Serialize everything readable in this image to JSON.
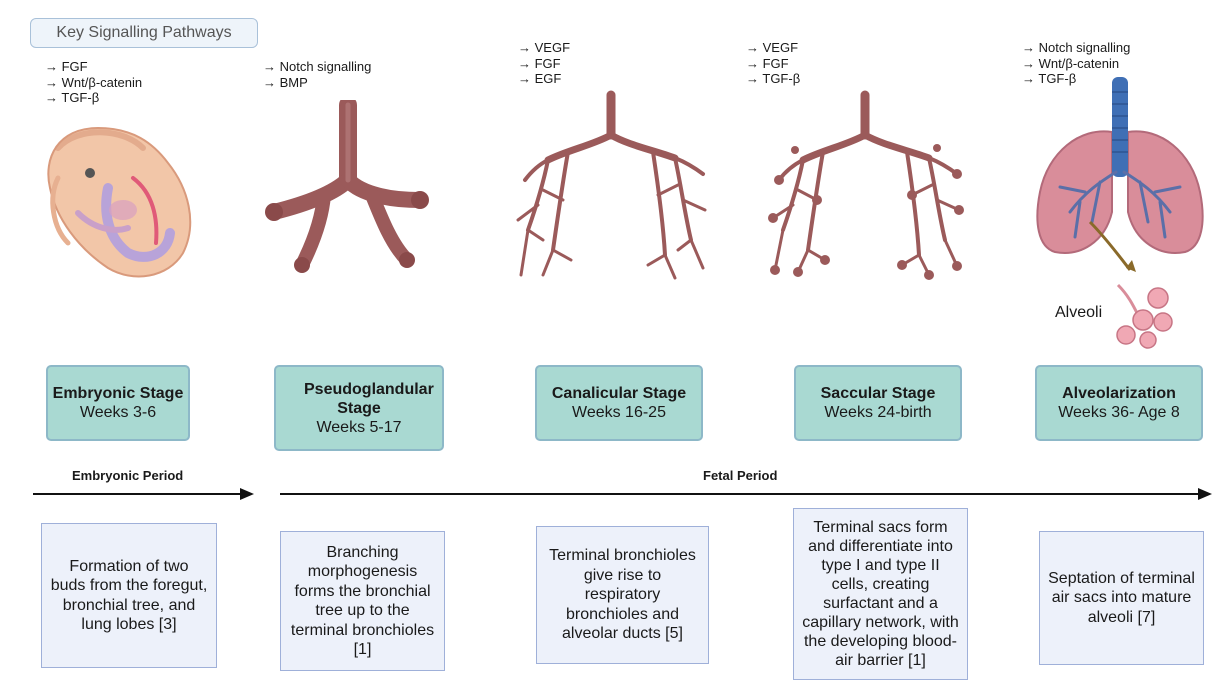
{
  "legend": {
    "title": "Key Signalling Pathways"
  },
  "stages": [
    {
      "name": "Embryonic Stage",
      "weeks": "Weeks 3-6",
      "pathways": [
        "→ FGF",
        "→ Wnt/β-catenin",
        "→ TGF-β"
      ],
      "description": "Formation of two buds from the foregut, bronchial tree, and lung lobes [3]"
    },
    {
      "name": "Pseudoglandular Stage",
      "weeks": "Weeks 5-17",
      "pathways": [
        "→ Notch signalling",
        "→ BMP"
      ],
      "description": "Branching morphogenesis forms the bronchial tree up to the terminal bronchioles [1]"
    },
    {
      "name": "Canalicular Stage",
      "weeks": "Weeks 16-25",
      "pathways": [
        "→ VEGF",
        "→ FGF",
        "→ EGF"
      ],
      "description": "Terminal bronchioles give rise to respiratory bronchioles and alveolar ducts [5]"
    },
    {
      "name": "Saccular Stage",
      "weeks": "Weeks 24-birth",
      "pathways": [
        "→ VEGF",
        "→ FGF",
        "→ TGF-β"
      ],
      "description": "Terminal sacs form and differentiate into type I and type II cells, creating surfactant and a capillary network, with the developing blood-air barrier [1]"
    },
    {
      "name": "Alveolarization",
      "weeks": "Weeks 36- Age 8",
      "pathways": [
        "→ Notch signalling",
        "→ Wnt/β-catenin",
        "→ TGF-β"
      ],
      "description": "Septation of terminal air sacs into mature alveoli [7]"
    }
  ],
  "periods": {
    "embryonic": "Embryonic Period",
    "fetal": "Fetal Period"
  },
  "alveoli_label": "Alveoli",
  "colors": {
    "stage_fill": "#a9d9d2",
    "stage_border": "#8db8c8",
    "desc_fill": "#edf1fa",
    "desc_border": "#9fb0d9",
    "airway": "#9b5a5a",
    "lung": "#d98d9a",
    "trachea": "#3f6fb5",
    "embryo": "#f2c6a8"
  }
}
